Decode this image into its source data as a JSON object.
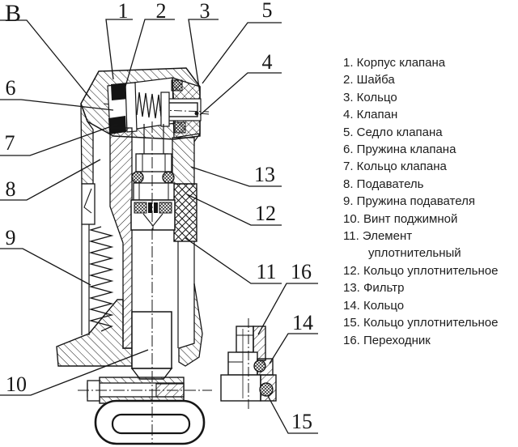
{
  "figure": {
    "kind": "valve-assembly-cross-section"
  },
  "callouts": {
    "view": "В",
    "n1": "1",
    "n2": "2",
    "n3": "3",
    "n4": "4",
    "n5": "5",
    "n6": "6",
    "n7": "7",
    "n8": "8",
    "n9": "9",
    "n10": "10",
    "n11": "11",
    "n12": "12",
    "n13": "13",
    "n14": "14",
    "n15": "15",
    "n16": "16"
  },
  "legend": {
    "items": [
      "1. Корпус клапана",
      "2. Шайба",
      "3. Кольцо",
      "4. Клапан",
      "5. Седло клапана",
      "6. Пружина клапана",
      "7. Кольцо клапана",
      "8. Подаватель",
      "9. Пружина подавателя",
      "10. Винт поджимной",
      "11. Элемент",
      "уплотнительный",
      "12. Кольцо уплотнительное",
      "13. Фильтр",
      "14. Кольцо",
      "15. Кольцо уплотнительное",
      "16. Переходник"
    ]
  },
  "colors": {
    "line": "#161616",
    "background": "#ffffff",
    "text": "#1d1d1d"
  }
}
